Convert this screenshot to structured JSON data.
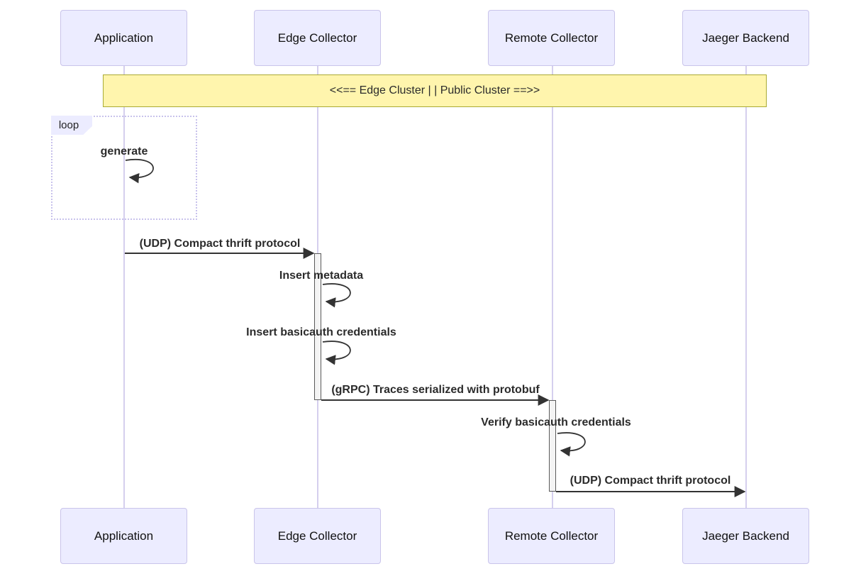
{
  "diagram": {
    "type": "sequence-diagram",
    "actors": [
      {
        "name": "Application"
      },
      {
        "name": "Edge Collector"
      },
      {
        "name": "Remote Collector"
      },
      {
        "name": "Jaeger Backend"
      }
    ],
    "note": {
      "text": "<<== Edge Cluster | | Public Cluster ==>>"
    },
    "loop": {
      "label": "loop",
      "self_message": "generate"
    },
    "messages": [
      {
        "from": "Application",
        "to": "Edge Collector",
        "text": "(UDP) Compact thrift protocol",
        "kind": "arrow"
      },
      {
        "from": "Edge Collector",
        "to": "Edge Collector",
        "text": "Insert metadata",
        "kind": "self"
      },
      {
        "from": "Edge Collector",
        "to": "Edge Collector",
        "text": "Insert basicauth credentials",
        "kind": "self"
      },
      {
        "from": "Edge Collector",
        "to": "Remote Collector",
        "text": "(gRPC) Traces serialized with protobuf",
        "kind": "arrow"
      },
      {
        "from": "Remote Collector",
        "to": "Remote Collector",
        "text": "Verify basicauth credentials",
        "kind": "self"
      },
      {
        "from": "Remote Collector",
        "to": "Jaeger Backend",
        "text": "(UDP) Compact thrift protocol",
        "kind": "arrow"
      }
    ],
    "colors": {
      "actor_fill": "#ececff",
      "actor_border": "#c9c4ea",
      "note_fill": "#fff5ad",
      "note_border": "#aaaa33",
      "lifeline": "#d5cfee",
      "activation_fill": "#f4f4f4",
      "arrow": "#333333"
    }
  }
}
